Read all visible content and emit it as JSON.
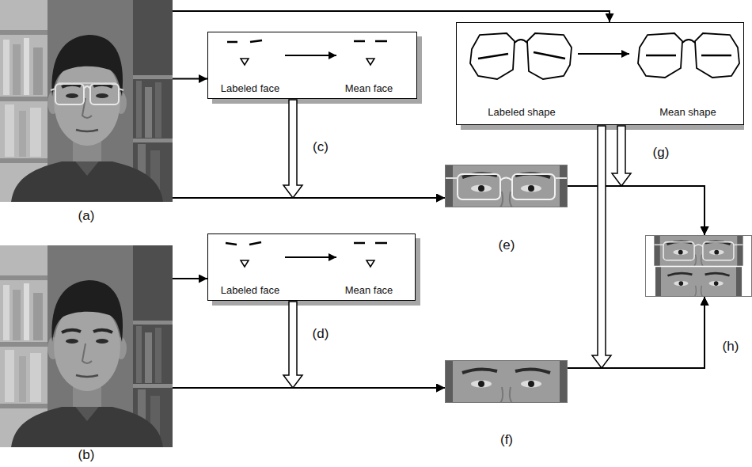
{
  "diagram": {
    "nodes": [
      {
        "text": [
          "(a)"
        ]
      },
      {
        "text": [
          "Labeled face",
          "Mean face"
        ]
      },
      {
        "text": [
          "Labeled shape",
          "Mean shape"
        ]
      },
      {
        "text": [
          "(e)"
        ]
      },
      {
        "text": [
          "(b)"
        ]
      },
      {
        "text": [
          "Labeled face",
          "Mean face"
        ]
      },
      {
        "text": [
          "(f)"
        ]
      },
      {
        "text": [
          "(h)"
        ]
      }
    ],
    "edges": [
      {
        "from": 0,
        "to": 1,
        "arrow": "to"
      },
      {
        "from": 0,
        "to": 2,
        "arrow": "to"
      },
      {
        "from": 0,
        "to": 3,
        "arrow": "to"
      },
      {
        "from": 1,
        "to": 3,
        "arrow": "to"
      },
      {
        "from": 4,
        "to": 5,
        "arrow": "to"
      },
      {
        "from": 4,
        "to": 6,
        "arrow": "to"
      },
      {
        "from": 5,
        "to": 6,
        "arrow": "to"
      },
      {
        "from": 3,
        "to": 7,
        "arrow": "to"
      },
      {
        "from": 6,
        "to": 7,
        "arrow": "to"
      },
      {
        "from": 2,
        "to": 7,
        "arrow": "to"
      },
      {
        "from": 2,
        "to": 7,
        "arrow": "to"
      }
    ],
    "labels": [
      "(c)",
      "(d)",
      "(g)"
    ]
  }
}
